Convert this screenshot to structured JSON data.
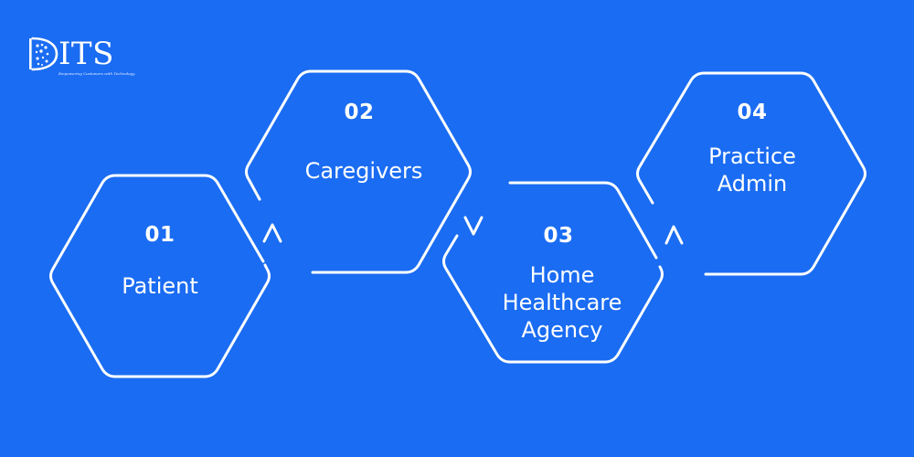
{
  "logo": {
    "text": "ITS",
    "tagline": "Empowering Customers with Technology"
  },
  "steps": [
    {
      "number": "01",
      "label": "Patient"
    },
    {
      "number": "02",
      "label": "Caregivers"
    },
    {
      "number": "03",
      "label": "Home Healthcare Agency"
    },
    {
      "number": "04",
      "label": "Practice Admin"
    }
  ],
  "colors": {
    "background": "#1a6cf2",
    "stroke": "#ffffff",
    "text": "#ffffff"
  }
}
